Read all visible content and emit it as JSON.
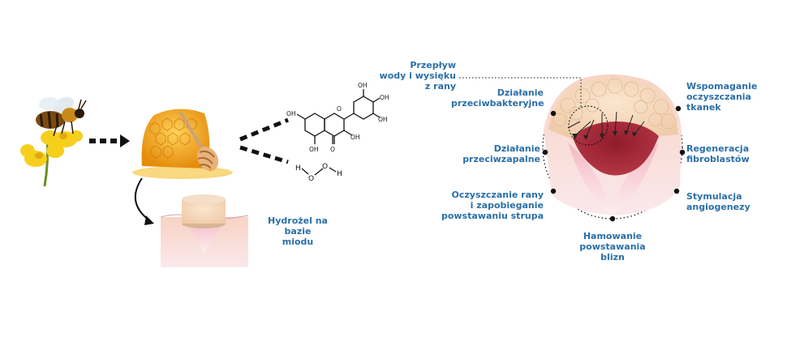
{
  "colors": {
    "label_blue": "#2a6fa8",
    "honey": "#f2a318",
    "flower": "#f6cf1d",
    "skin_pink": "#f3c9cf",
    "wound_red": "#9e2231",
    "hydrogel": "#e8c7a5"
  },
  "icons": [
    "bee-icon",
    "flower-icon",
    "honeycomb-icon",
    "honey-dipper-icon",
    "hydrogel-pad-icon",
    "skin-section-icon",
    "wound-cross-section-icon"
  ],
  "molecule": {
    "flavonoid_atoms": [
      "OH",
      "OH",
      "OH",
      "OH",
      "OH",
      "O",
      "O",
      "OH"
    ],
    "peroxide_atoms": [
      "H",
      "O",
      "O",
      "H"
    ]
  },
  "labels": {
    "hydrogel": [
      "Hydrożel na bazie",
      "miodu"
    ],
    "flow": [
      "Przepływ",
      "wody i wysięku",
      "z rany"
    ],
    "antibacterial": [
      "Działanie",
      "przeciwbakteryjne"
    ],
    "antiinflammatory": [
      "Działanie",
      "przeciwzapalne"
    ],
    "cleaning": [
      "Oczyszczanie rany",
      "i zapobieganie",
      "powstawaniu strupa"
    ],
    "scar": [
      "Hamowanie",
      "powstawania",
      "blizn"
    ],
    "tissue": [
      "Wspomaganie",
      "oczyszczania",
      "tkanek"
    ],
    "fibroblast": [
      "Regeneracja",
      "fibroblastów"
    ],
    "angio": [
      "Stymulacja",
      "angiogenezy"
    ]
  }
}
